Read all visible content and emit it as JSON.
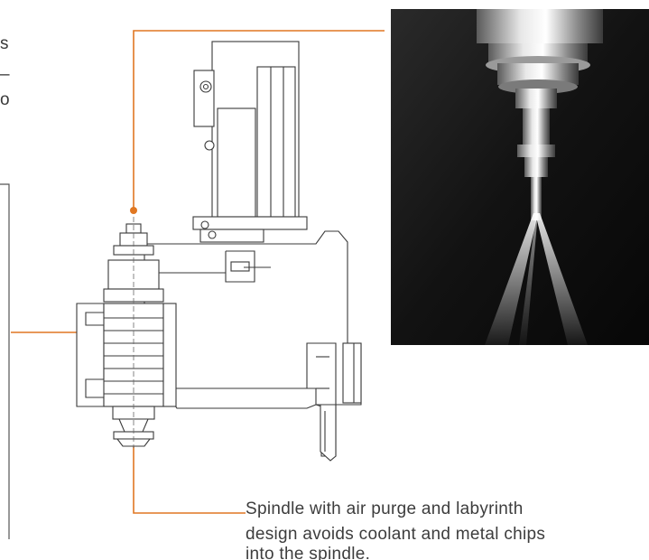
{
  "clipped_text": [
    "s",
    "–",
    "o"
  ],
  "caption": {
    "lines": [
      "Spindle with air purge and labyrinth",
      "design avoids coolant and metal chips",
      "into the spindle."
    ]
  },
  "colors": {
    "accent": "#e07722",
    "line": "#444444",
    "photo_bg": "#151515"
  }
}
